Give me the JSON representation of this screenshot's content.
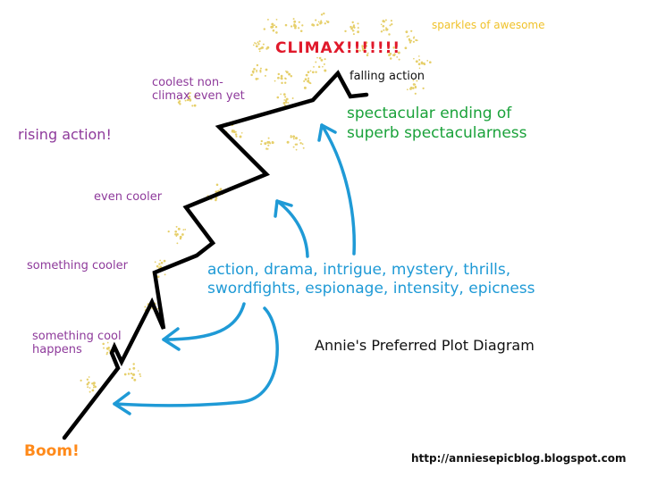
{
  "diagram": {
    "title": "Annie's Preferred Plot Diagram",
    "url": "http://anniesepicblog.blogspot.com",
    "climax": "CLIMAX!!!!!!!",
    "sparkles": "sparkles of awesome",
    "falling_action": "falling action",
    "ending": "spectacular ending of\nsuperb spectacularness",
    "rising_action": "rising action!",
    "coolest": "coolest non-\nclimax even yet",
    "even_cooler": "even cooler",
    "something_cooler": "something cooler",
    "something_cool": "something cool\nhappens",
    "boom": "Boom!",
    "action_list": "action, drama, intrigue, mystery, thrills,\nswordfights, espionage, intensity, epicness"
  },
  "colors": {
    "line": "#000000",
    "arrow": "#1f9ad6",
    "sparkle": "#e6cf6a",
    "purple": "#8e3a9b",
    "green": "#1aa23a",
    "orange": "#ff8a1a",
    "red": "#e0192b"
  }
}
